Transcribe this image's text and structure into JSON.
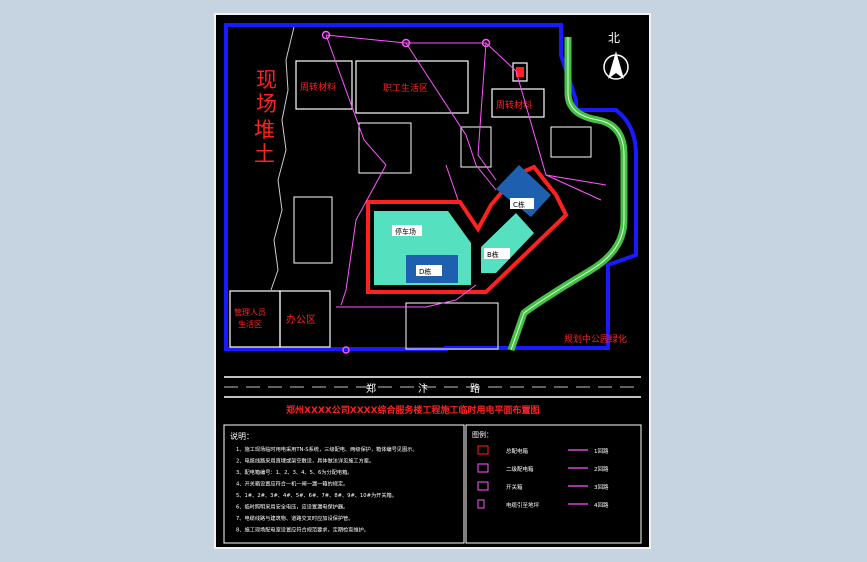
{
  "north_label": "北",
  "big_labels": {
    "xianchang": "现场",
    "duitu": "堆土"
  },
  "zones": {
    "material_left": "周转材料",
    "staff_living": "职工生活区",
    "material_right": "周转材料",
    "parking": "停车场",
    "building_a": "B栋",
    "building_b": "C栋",
    "building_c": "D栋",
    "management_living": "管理人员\n生活区",
    "office": "办公区",
    "planned_park": "规划中公园绿化",
    "road": "郑汴路"
  },
  "drawing_title": "郑州XXXX公司XXXX综合服务楼工程施工临时用电平面布置图",
  "notes_header": "说明：",
  "notes": [
    "1、施工现场临时用电采用TN-S系统，三级配电、两级保护，箱体编号见图示。",
    "2、电缆线路采用直埋或架空敷设，具体做法详见施工方案。",
    "3、配电箱编号：1、2、3、4、5、6为分配电箱。",
    "4、开关箱设置应符合一机一闸一漏一箱的规定。",
    "5、1#、2#、3#、4#、5#、6#、7#、8#、9#、10#为开关箱。",
    "6、临时照明采用安全电压，应设置漏电保护器。",
    "7、电缆线路与建筑物、道路交叉时应加设保护管。",
    "8、施工现场配电室设置应符合规范要求，定期检查维护。"
  ],
  "legend_header": "图例：",
  "legend_left": [
    "总配电箱",
    "二级配电箱",
    "开关箱",
    "电缆引至地坪"
  ],
  "legend_right": [
    "1回路",
    "2回路",
    "3回路",
    "4回路"
  ],
  "colors": {
    "background": "#000000",
    "boundary": "#0000ff",
    "road_line": "#ffffff",
    "cable": "#ff55ff",
    "label_red": "#ff2020",
    "building_cyan": "#55e0c0",
    "building_blue": "#1f5fb0",
    "green_belt": "#44c044"
  }
}
